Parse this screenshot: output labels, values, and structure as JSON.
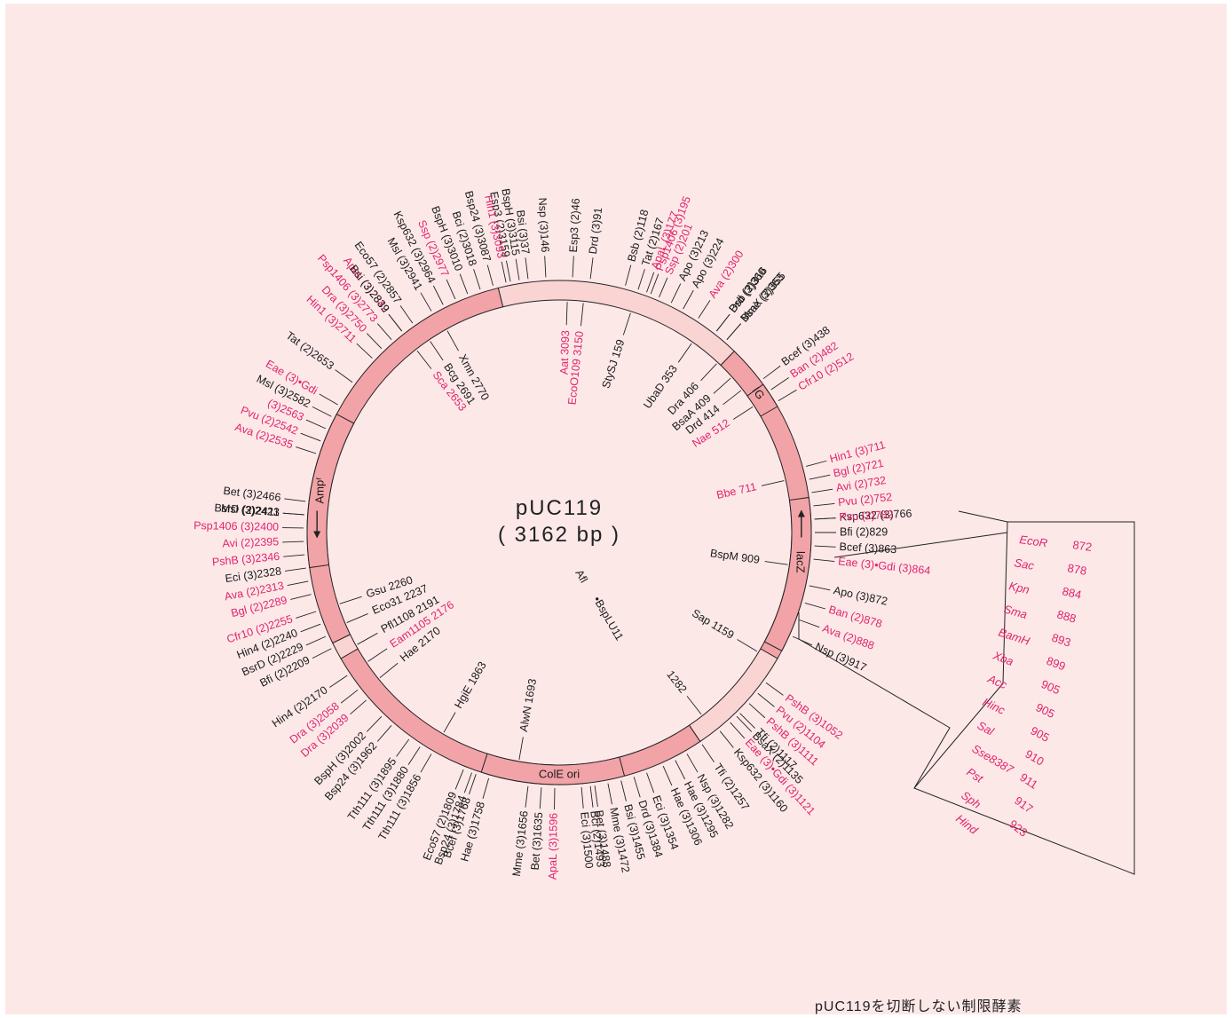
{
  "plasmid": {
    "name": "pUC119",
    "length_label": "( 3162 bp )"
  },
  "colors": {
    "background": "#fde8e8",
    "ring_dark": "#f2a3a8",
    "ring_light": "#fad3d3",
    "single_cutter": "#e0246d",
    "text": "#1a1a1a"
  },
  "features": [
    "IG",
    "lacZ",
    "ColE ori",
    "Ampʳ"
  ],
  "outer_labels": [
    {
      "deg": 349,
      "r": 300,
      "text": "Esp3  (2)3159",
      "red": false
    },
    {
      "deg": 353,
      "r": 300,
      "text": "Bsi  (3)37",
      "red": false
    },
    {
      "deg": 357,
      "r": 300,
      "text": "Nsp  (3)146",
      "red": false
    },
    {
      "deg": 3,
      "r": 295,
      "text": "Esp3  (2)46",
      "red": false
    },
    {
      "deg": 7,
      "r": 295,
      "text": "Drd  (3)91",
      "red": false
    },
    {
      "deg": 15,
      "r": 300,
      "text": "Bsb  (2)118",
      "red": false
    },
    {
      "deg": 18,
      "r": 300,
      "text": "Tat  (2)167",
      "red": false
    },
    {
      "deg": 21,
      "r": 300,
      "text": "Psp1406  (3)195",
      "red": true
    },
    {
      "deg": 20,
      "r": 250,
      "text": "ApaL  (3)177",
      "red": true
    },
    {
      "deg": 23,
      "r": 250,
      "text": "Ssp  (2)201",
      "red": true
    },
    {
      "deg": 26,
      "r": 250,
      "text": "Apo  (3)213",
      "red": false
    },
    {
      "deg": 29,
      "r": 250,
      "text": "Apo  (3)224",
      "red": false
    },
    {
      "deg": 33,
      "r": 260,
      "text": "Ava  (2)300",
      "red": true
    },
    {
      "deg": 38,
      "r": 290,
      "text": "Bsb  (2)316",
      "red": false
    },
    {
      "deg": 41,
      "r": 290,
      "text": "BsaX  (2)355",
      "red": false
    },
    {
      "deg": 38,
      "r": 250,
      "text": "Drd  (3)360",
      "red": false
    },
    {
      "deg": 41,
      "r": 250,
      "text": "Mme  (3)363",
      "red": false
    },
    {
      "deg": 53,
      "r": 250,
      "text": "Bcef  (3)438",
      "red": false
    },
    {
      "deg": 56,
      "r": 250,
      "text": "Ban  (2)482",
      "red": true
    },
    {
      "deg": 59,
      "r": 250,
      "text": "Cfr10  (2)512",
      "red": true
    },
    {
      "deg": 75,
      "r": 250,
      "text": "Hin1  (3)711",
      "red": true
    },
    {
      "deg": 78,
      "r": 250,
      "text": "Bgl  (2)721",
      "red": true
    },
    {
      "deg": 81,
      "r": 250,
      "text": "Avi  (2)732",
      "red": true
    },
    {
      "deg": 84,
      "r": 250,
      "text": "Pvu  (2)752",
      "red": true
    },
    {
      "deg": 87,
      "r": 250,
      "text": "Ksp632  (3)766",
      "red": false
    },
    {
      "deg": 87,
      "r": 430,
      "text": "Pvu  (2)782",
      "red": true
    },
    {
      "deg": 90,
      "r": 250,
      "text": "Bfi  (2)829",
      "red": false
    },
    {
      "deg": 93,
      "r": 250,
      "text": "Bcef  (3)863",
      "red": false
    },
    {
      "deg": 96,
      "r": 250,
      "text": "Eae  (3)•Gdi  (3)864",
      "red": true
    },
    {
      "deg": 102,
      "r": 250,
      "text": "Apo  (3)872",
      "red": false
    },
    {
      "deg": 106,
      "r": 250,
      "text": "Ban  (2)878",
      "red": true
    },
    {
      "deg": 110,
      "r": 250,
      "text": "Ava  (2)888",
      "red": true
    },
    {
      "deg": 114,
      "r": 250,
      "text": "Nsp  (3)917",
      "red": false
    },
    {
      "deg": 126,
      "r": 250,
      "text": "PshB  (3)1052",
      "red": true
    },
    {
      "deg": 129,
      "r": 250,
      "text": "Pvu  (2)1104",
      "red": true
    },
    {
      "deg": 132,
      "r": 250,
      "text": "PshB  (3)1111",
      "red": true
    },
    {
      "deg": 135,
      "r": 250,
      "text": "Tfi  (2)1117",
      "red": false
    },
    {
      "deg": 138,
      "r": 250,
      "text": "Eae  (3)•Gdi  (3)1121",
      "red": true
    },
    {
      "deg": 141,
      "r": 250,
      "text": "Ksp632  (3)1160",
      "red": false
    },
    {
      "deg": 136,
      "r": 430,
      "text": "BsaX  (2)1135",
      "red": false
    },
    {
      "deg": 146,
      "r": 250,
      "text": "Tfi  (2)1257",
      "red": false
    },
    {
      "deg": 150,
      "r": 250,
      "text": "Nsp  (3)1282",
      "red": false
    },
    {
      "deg": 153,
      "r": 250,
      "text": "Hae  (3)1295",
      "red": false
    },
    {
      "deg": 156,
      "r": 250,
      "text": "Hae  (3)1306",
      "red": false
    },
    {
      "deg": 160,
      "r": 250,
      "text": "Eci  (3)1354",
      "red": false
    },
    {
      "deg": 163,
      "r": 250,
      "text": "Drd  (3)1384",
      "red": false
    },
    {
      "deg": 166,
      "r": 250,
      "text": "Bsi  (3)1455",
      "red": false
    },
    {
      "deg": 169,
      "r": 250,
      "text": "Mme  (3)1472",
      "red": false
    },
    {
      "deg": 172,
      "r": 250,
      "text": "Bet  (3)1488",
      "red": false
    },
    {
      "deg": 175,
      "r": 250,
      "text": "Eci  (3)1500",
      "red": false
    },
    {
      "deg": 173,
      "r": 390,
      "text": "Bci  (2)1493",
      "red": false
    },
    {
      "deg": 181,
      "r": 250,
      "text": "ApaL  (3)1596",
      "red": true
    },
    {
      "deg": 184,
      "r": 250,
      "text": "Bet  (3)1635",
      "red": false
    },
    {
      "deg": 187,
      "r": 250,
      "text": "Mme  (3)1656",
      "red": false
    },
    {
      "deg": 196,
      "r": 250,
      "text": "Hae  (3)1758",
      "red": false
    },
    {
      "deg": 199,
      "r": 250,
      "text": "Bcef  (3)1768",
      "red": false
    },
    {
      "deg": 202,
      "r": 250,
      "text": "Eco57  (2)1809",
      "red": false
    },
    {
      "deg": 200,
      "r": 400,
      "text": "Bsp24  (3)1784",
      "red": false
    },
    {
      "deg": 210,
      "r": 250,
      "text": "Tth111  (3)1856",
      "red": false
    },
    {
      "deg": 213,
      "r": 250,
      "text": "Tth111  (3)1880",
      "red": false
    },
    {
      "deg": 216,
      "r": 250,
      "text": "Tth111  (3)1895",
      "red": false
    },
    {
      "deg": 221,
      "r": 250,
      "text": "Bsp24  (3)1962",
      "red": false
    },
    {
      "deg": 224,
      "r": 250,
      "text": "BspH  (3)2002",
      "red": false
    },
    {
      "deg": 229,
      "r": 250,
      "text": "Dra  (3)2039",
      "red": true
    },
    {
      "deg": 232,
      "r": 250,
      "text": "Dra  (3)2058",
      "red": true
    },
    {
      "deg": 236,
      "r": 250,
      "text": "Hin4  (2)2170",
      "red": false
    },
    {
      "deg": 243,
      "r": 250,
      "text": "Bfi  (2)2209",
      "red": false
    },
    {
      "deg": 246,
      "r": 250,
      "text": "BsrD  (2)2229",
      "red": false
    },
    {
      "deg": 249,
      "r": 250,
      "text": "Hin4  (2)2240",
      "red": false
    },
    {
      "deg": 252,
      "r": 250,
      "text": "Cfr10  (2)2255",
      "red": true
    },
    {
      "deg": 256,
      "r": 250,
      "text": "Bgl  (2)2289",
      "red": true
    },
    {
      "deg": 259,
      "r": 250,
      "text": "Ava  (2)2313",
      "red": true
    },
    {
      "deg": 262,
      "r": 250,
      "text": "Eci  (3)2328",
      "red": false
    },
    {
      "deg": 265,
      "r": 250,
      "text": "PshB  (3)2346",
      "red": true
    },
    {
      "deg": 268,
      "r": 250,
      "text": "Avi  (2)2395",
      "red": true
    },
    {
      "deg": 271,
      "r": 370,
      "text": "Psp1406  (3)2400",
      "red": true
    },
    {
      "deg": 274,
      "r": 370,
      "text": "BsrD  (2)2411",
      "red": false
    },
    {
      "deg": 274,
      "r": 250,
      "text": "Msl  (3)2423",
      "red": false
    },
    {
      "deg": 277,
      "r": 250,
      "text": "Bet  (3)2466",
      "red": false
    },
    {
      "deg": 288,
      "r": 250,
      "text": "Ava  (2)2535",
      "red": true
    },
    {
      "deg": 291,
      "r": 250,
      "text": "Pvu  (2)2542",
      "red": true
    },
    {
      "deg": 294,
      "r": 250,
      "text": "(3)2563",
      "red": true
    },
    {
      "deg": 297,
      "r": 250,
      "text": "Msl  (3)2582",
      "red": false
    },
    {
      "deg": 300,
      "r": 250,
      "text": "Eae  (3)•Gdi",
      "red": true
    },
    {
      "deg": 306,
      "r": 250,
      "text": "Tat  (2)2653",
      "red": false
    },
    {
      "deg": 313,
      "r": 250,
      "text": "Hin1  (3)2711",
      "red": true
    },
    {
      "deg": 316,
      "r": 250,
      "text": "Dra  (3)2750",
      "red": true
    },
    {
      "deg": 319,
      "r": 250,
      "text": "Psp1406  (3)2773",
      "red": true
    },
    {
      "deg": 322,
      "r": 250,
      "text": "ApaL  (3)2842",
      "red": true
    },
    {
      "deg": 322,
      "r": 330,
      "text": "Bsi  (3)2839",
      "red": false
    },
    {
      "deg": 325,
      "r": 330,
      "text": "Eco57  (2)2857",
      "red": false
    },
    {
      "deg": 330,
      "r": 250,
      "text": "Msl  (3)2941",
      "red": false
    },
    {
      "deg": 333,
      "r": 250,
      "text": "Ksp632  (3)2964",
      "red": false
    },
    {
      "deg": 336,
      "r": 250,
      "text": "Ssp  (2)2977",
      "red": true
    },
    {
      "deg": 339,
      "r": 250,
      "text": "BspH  (3)3010",
      "red": false
    },
    {
      "deg": 342,
      "r": 250,
      "text": "Bci  (2)3018",
      "red": false
    },
    {
      "deg": 345,
      "r": 250,
      "text": "Bsp24  (3)3087",
      "red": false
    },
    {
      "deg": 348,
      "r": 250,
      "text": "Hin1  (3)3093",
      "red": true
    },
    {
      "deg": 351,
      "r": 250,
      "text": "BspH  (3)3115",
      "red": false
    }
  ],
  "inner_labels": [
    {
      "deg": 2,
      "text": "Aat  3093",
      "red": true
    },
    {
      "deg": 6,
      "text": "EcoO109  3150",
      "red": true
    },
    {
      "deg": 18,
      "text": "StySJ  159",
      "red": false
    },
    {
      "deg": 35,
      "text": "UbaD  353",
      "red": false
    },
    {
      "deg": 43,
      "text": "Dra  406",
      "red": false
    },
    {
      "deg": 48,
      "text": "BsaA  409",
      "red": false
    },
    {
      "deg": 52,
      "text": "Drd  414",
      "red": false
    },
    {
      "deg": 57,
      "text": "Nae  512",
      "red": true
    },
    {
      "deg": 77,
      "text": "Bbe  711",
      "red": true
    },
    {
      "deg": 98,
      "text": "BspM  909",
      "red": false
    },
    {
      "deg": 121,
      "text": "Sap  1159",
      "red": false
    },
    {
      "deg": 142,
      "text": "1282",
      "red": false
    },
    {
      "deg": 190,
      "text": "AlwN  1693",
      "red": false
    },
    {
      "deg": 210,
      "text": "HgiE  1863",
      "red": false
    },
    {
      "deg": 231,
      "text": "Hae  2170",
      "red": false
    },
    {
      "deg": 236,
      "text": "Eam1105  2176",
      "red": true
    },
    {
      "deg": 241,
      "text": "Pfl1108  2191",
      "red": false
    },
    {
      "deg": 247,
      "text": "Eco31  2237",
      "red": false
    },
    {
      "deg": 252,
      "text": "Gsu  2260",
      "red": false
    },
    {
      "deg": 322,
      "text": "Sca  2653",
      "red": true
    },
    {
      "deg": 326,
      "text": "Bcg  2691",
      "red": false
    },
    {
      "deg": 331,
      "text": "Xmn  2770",
      "red": false
    }
  ],
  "center_extras": [
    {
      "text": "Afl",
      "red": false
    },
    {
      "text": "•BspLU11",
      "red": false
    }
  ],
  "bracket": {
    "title_left": "EcoR",
    "items": [
      {
        "name": "EcoR",
        "pos": "872"
      },
      {
        "name": "Sac",
        "pos": "878"
      },
      {
        "name": "Kpn",
        "pos": "884"
      },
      {
        "name": "Sma",
        "pos": "888"
      },
      {
        "name": "BamH",
        "pos": "893"
      },
      {
        "name": "Xba",
        "pos": "899"
      },
      {
        "name": "Acc",
        "pos": "905"
      },
      {
        "name": "Hinc",
        "pos": "905"
      },
      {
        "name": "Sal",
        "pos": "905"
      },
      {
        "name": "Sse8387",
        "pos": "910"
      },
      {
        "name": "Pst",
        "pos": "911"
      },
      {
        "name": "Sph",
        "pos": "917"
      },
      {
        "name": "Hind",
        "pos": "923"
      }
    ]
  },
  "footnote": "pUC119を切断しない制限酵素"
}
